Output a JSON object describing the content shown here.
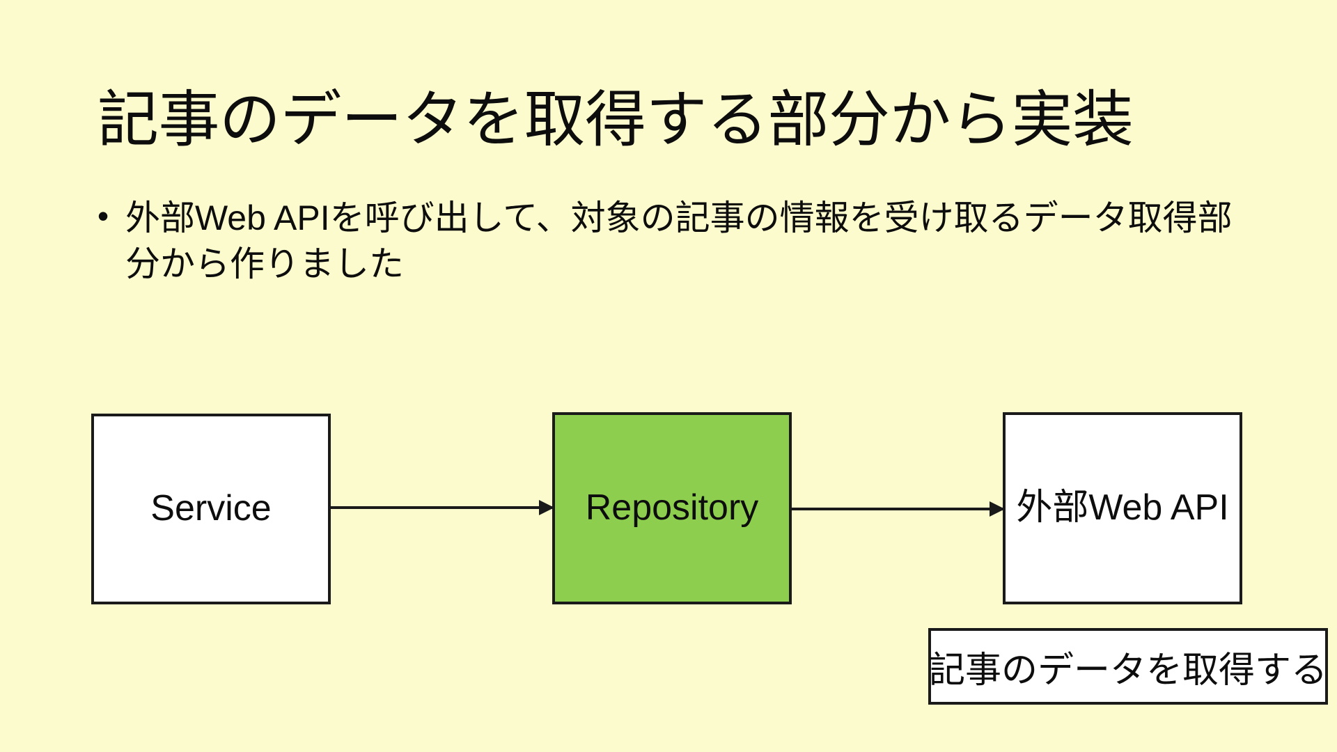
{
  "slide": {
    "background_color": "#FCFBCD",
    "title": "記事のデータを取得する部分から実装",
    "bullets": [
      {
        "marker": "•",
        "text": "外部Web APIを呼び出して、対象の記事の情報を受け取るデータ取得部分から作りました"
      }
    ],
    "diagram": {
      "nodes": [
        {
          "id": "service",
          "label": "Service",
          "fill": "#FFFFFF",
          "border": "#1A1A1A"
        },
        {
          "id": "repository",
          "label": "Repository",
          "fill": "#8DCE4F",
          "border": "#1A1A1A"
        },
        {
          "id": "external_api",
          "label": "外部Web API",
          "fill": "#FFFFFF",
          "border": "#1A1A1A"
        }
      ],
      "edges": [
        {
          "id": "service-to-repository",
          "from": "Service",
          "to": "Repository",
          "style": "arrow"
        },
        {
          "id": "repository-to-external-api",
          "from": "Repository",
          "to": "外部Web API",
          "style": "arrow"
        }
      ],
      "caption": {
        "label": "記事のデータを取得する",
        "fill": "#FFFFFF",
        "border": "#1A1A1A"
      }
    }
  }
}
